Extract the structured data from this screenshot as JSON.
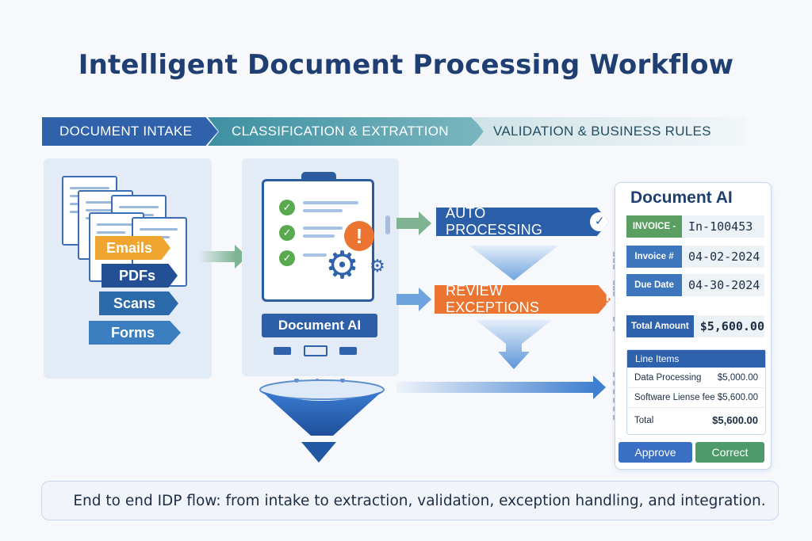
{
  "title": "Intelligent Document Processing Workflow",
  "stages": [
    {
      "label": "DOCUMENT INTAKE"
    },
    {
      "label": "CLASSIFICATION & EXTRATTION"
    },
    {
      "label": "VALIDATION & BUSINESS RULES"
    }
  ],
  "intake": {
    "sources": [
      "Emails",
      "PDFs",
      "Scans",
      "Forms"
    ]
  },
  "processor": {
    "label": "Document AI"
  },
  "routes": {
    "auto": "AUTO PROCESSING",
    "review": "REVIEW EXCEPTIONS"
  },
  "form": {
    "title": "Document AI",
    "fields": [
      {
        "label": "INVOICE -",
        "value": "In-100453",
        "color": "#5a9e61"
      },
      {
        "label": "Invoice #",
        "value": "04-02-2024",
        "color": "#3e76bd"
      },
      {
        "label": "Due Date",
        "value": "04-30-2024",
        "color": "#3e76bd"
      },
      {
        "label": "Total Amount",
        "value": "$5,600.00",
        "color": "#2e62ad"
      }
    ],
    "line_items": {
      "header": "Line Items",
      "rows": [
        {
          "name": "Data Processing",
          "amount": "$5,000.00"
        },
        {
          "name": "Software Liense fee",
          "amount": "$5,600.00"
        },
        {
          "name": "Total",
          "amount": "$5,600.00"
        }
      ]
    },
    "approve_label": "Approve",
    "correct_label": "Correct"
  },
  "footer": "End to end IDP flow: from intake to extraction, validation, exception handling, and integration.",
  "colors": {
    "primary_blue": "#2f62ab",
    "teal": "#3d90a2",
    "orange": "#ea7430",
    "green": "#59a94e",
    "amber": "#f0a52f"
  }
}
